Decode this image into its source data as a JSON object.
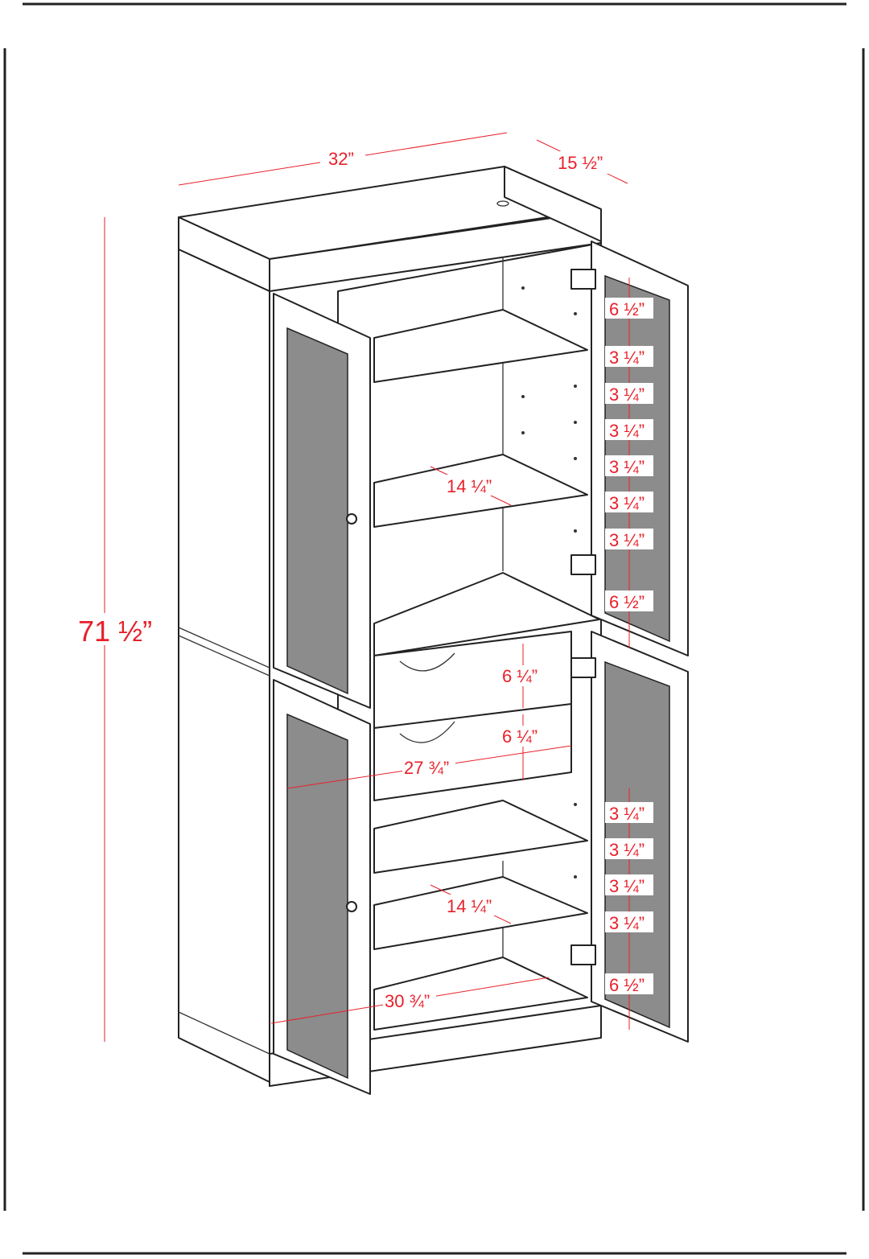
{
  "diagram": {
    "title": "Cabinet dimensions",
    "colors": {
      "dimension": "#e8202a",
      "glass": "#8c8c8c",
      "outline": "#222222"
    },
    "overall": {
      "width": "32”",
      "depth": "15 ½”",
      "height": "71 ½”"
    },
    "upper_right_spacings": [
      "6 ½”",
      "3 ¼”",
      "3 ¼”",
      "3 ¼”",
      "3 ¼”",
      "3 ¼”",
      "3 ¼”",
      "6 ½”"
    ],
    "lower_right_spacings": [
      "3 ¼”",
      "3 ¼”",
      "3 ¼”",
      "3 ¼”",
      "6 ½”"
    ],
    "upper_shelf_depth": "14 ¼”",
    "lower_shelf_depth": "14 ¼”",
    "drawer_heights": [
      "6 ¼”",
      "6 ¼”"
    ],
    "drawer_width": "27 ¾”",
    "interior_width": "30 ¾”"
  }
}
